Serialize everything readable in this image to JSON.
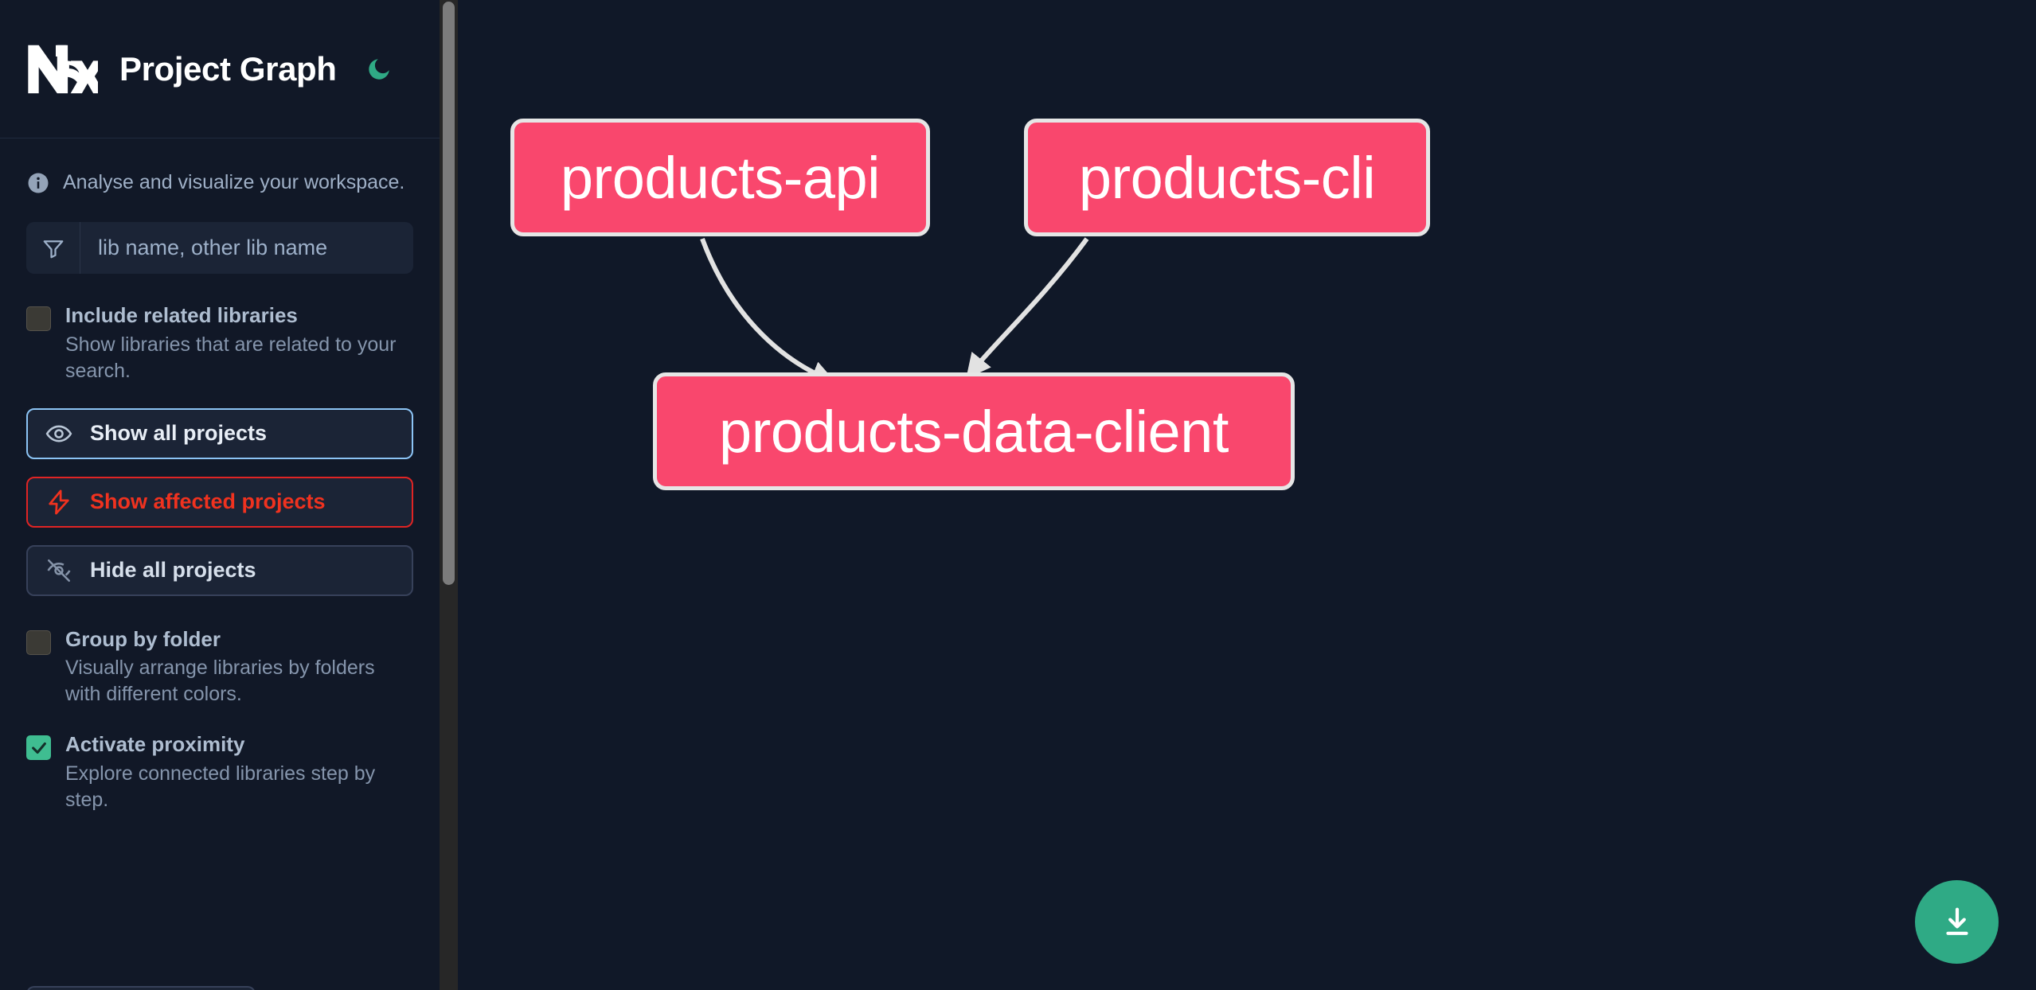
{
  "header": {
    "logo_icon": "nx-logo-icon",
    "title": "Project Graph",
    "theme_toggle_icon": "moon-icon"
  },
  "sidebar": {
    "tagline": "Analyse and visualize your workspace.",
    "tagline_icon": "info-icon",
    "search": {
      "icon": "filter-funnel-icon",
      "placeholder": "lib name, other lib name",
      "value": ""
    },
    "options": [
      {
        "label": "Include related libraries",
        "description": "Show libraries that are related to your search.",
        "checked": false
      },
      {
        "label": "Group by folder",
        "description": "Visually arrange libraries by folders with different colors.",
        "checked": false
      },
      {
        "label": "Activate proximity",
        "description": "Explore connected libraries step by step.",
        "checked": true
      }
    ],
    "buttons": [
      {
        "label": "Show all projects",
        "icon": "eye-icon",
        "accent": "#8cc4f5"
      },
      {
        "label": "Show affected projects",
        "icon": "lightning-bolt-icon",
        "accent": "#e02424"
      },
      {
        "label": "Hide all projects",
        "icon": "eye-off-icon",
        "accent": "#37415a"
      }
    ]
  },
  "graph": {
    "nodes": [
      {
        "id": "products-api",
        "label": "products-api"
      },
      {
        "id": "products-cli",
        "label": "products-cli"
      },
      {
        "id": "products-data-client",
        "label": "products-data-client"
      }
    ],
    "edges": [
      {
        "from": "products-api",
        "to": "products-data-client"
      },
      {
        "from": "products-cli",
        "to": "products-data-client"
      }
    ],
    "node_color": "#f9476d",
    "node_border_color": "#e6e6e6",
    "edge_color": "#e2e2e2",
    "background": "#101828"
  },
  "download_button": {
    "icon": "download-icon",
    "color": "#2faa85"
  }
}
